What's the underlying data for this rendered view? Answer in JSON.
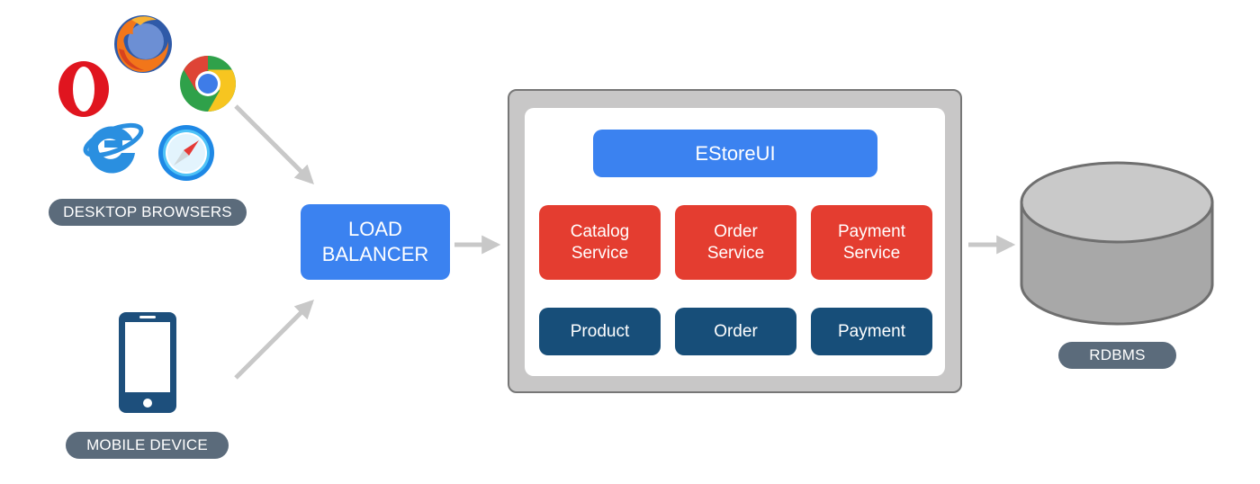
{
  "clients": {
    "desktop_label": "DESKTOP BROWSERS",
    "mobile_label": "MOBILE DEVICE",
    "browser_icons": [
      "opera-icon",
      "firefox-icon",
      "chrome-icon",
      "internet-explorer-icon",
      "safari-icon"
    ],
    "device_icon": "smartphone-icon"
  },
  "load_balancer": {
    "line1": "LOAD",
    "line2": "BALANCER"
  },
  "app": {
    "ui_label": "EStoreUI",
    "services": [
      {
        "line1": "Catalog",
        "line2": "Service"
      },
      {
        "line1": "Order",
        "line2": "Service"
      },
      {
        "line1": "Payment",
        "line2": "Service"
      }
    ],
    "models": [
      "Product",
      "Order",
      "Payment"
    ]
  },
  "database": {
    "label": "RDBMS",
    "icon": "database-icon"
  },
  "colors": {
    "service_red": "#e43d30",
    "model_navy": "#174e79",
    "accent_blue": "#3b82f0",
    "label_gray": "#5b6b7b",
    "arrow_gray": "#c8c8c8"
  }
}
